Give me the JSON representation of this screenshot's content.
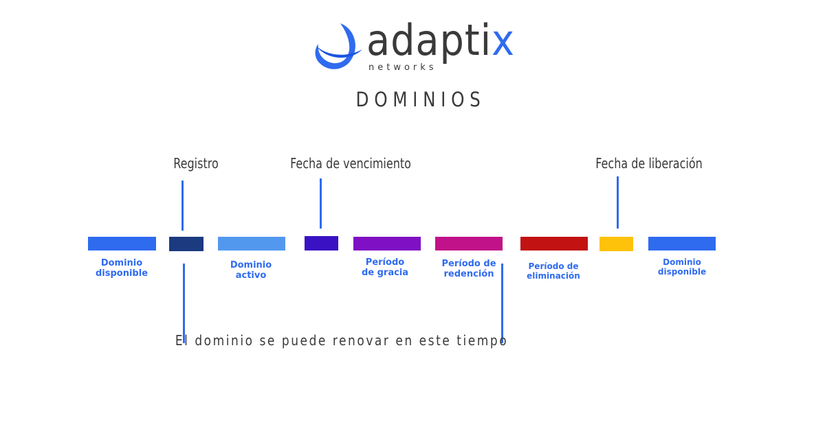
{
  "logo": {
    "word_main": "adapti",
    "word_accent": "x",
    "subtitle": "networks"
  },
  "title": "DOMINIOS",
  "colors": {
    "accent": "#2f6bef",
    "text": "#3a3a3a"
  },
  "timeline": {
    "bars": [
      {
        "name": "dominio-disponible",
        "color": "#2f6bef"
      },
      {
        "name": "registro",
        "color": "#1b3a80"
      },
      {
        "name": "dominio-activo",
        "color": "#5398ef"
      },
      {
        "name": "vencimiento",
        "color": "#3a12c4"
      },
      {
        "name": "periodo-gracia",
        "color": "#8010c4"
      },
      {
        "name": "periodo-redencion",
        "color": "#c21289"
      },
      {
        "name": "periodo-eliminacion",
        "color": "#c21212"
      },
      {
        "name": "liberacion",
        "color": "#ffc20a"
      },
      {
        "name": "dominio-disponible-2",
        "color": "#2f6bef"
      }
    ],
    "phase_labels": [
      {
        "l1": "Dominio",
        "l2": "disponible"
      },
      {
        "l1": "Dominio",
        "l2": "activo"
      },
      {
        "l1": "Período",
        "l2": "de gracia"
      },
      {
        "l1": "Período de",
        "l2": "redención"
      },
      {
        "l1": "Período de",
        "l2": "eliminación"
      },
      {
        "l1": "Dominio",
        "l2": "disponible"
      }
    ],
    "event_labels": {
      "registro": "Registro",
      "vencimiento": "Fecha de vencimiento",
      "liberacion": "Fecha de liberación"
    },
    "renewal_note": "El dominio se puede renovar en este tiempo"
  }
}
